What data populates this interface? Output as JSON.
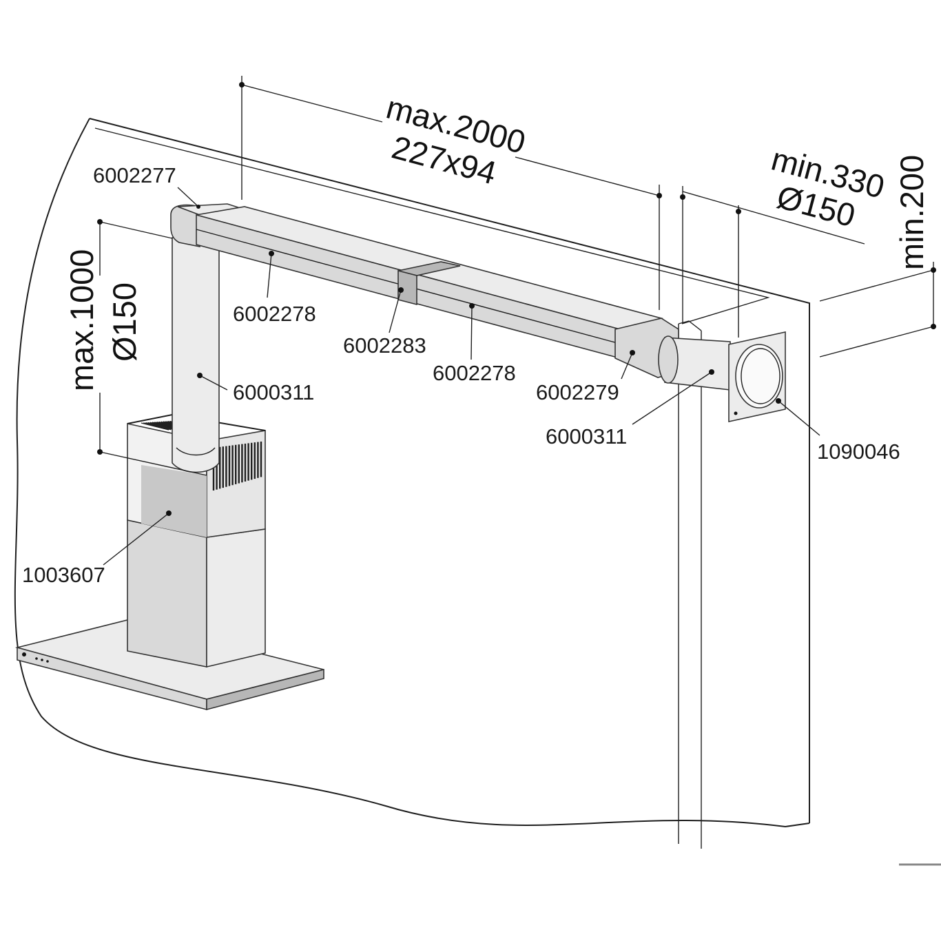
{
  "dimensions": {
    "horizontal_length": "max.2000",
    "horizontal_section": "227x94",
    "vertical_length": "max.1000",
    "vertical_diameter": "Ø150",
    "wall_distance": "min.330",
    "wall_diameter": "Ø150",
    "wall_height": "min.200"
  },
  "parts": {
    "elbow_top": "6002277",
    "flat_duct_left": "6002278",
    "connector": "6002283",
    "flat_duct_right": "6002278",
    "adapter": "6002279",
    "round_pipe_vertical": "6000311",
    "round_pipe_wall": "6000311",
    "wall_box": "1090046",
    "hood": "1003607"
  },
  "colors": {
    "line": "#1e1e1e",
    "metal": "#d9d9d9",
    "metal_dark": "#b7b7b7"
  }
}
